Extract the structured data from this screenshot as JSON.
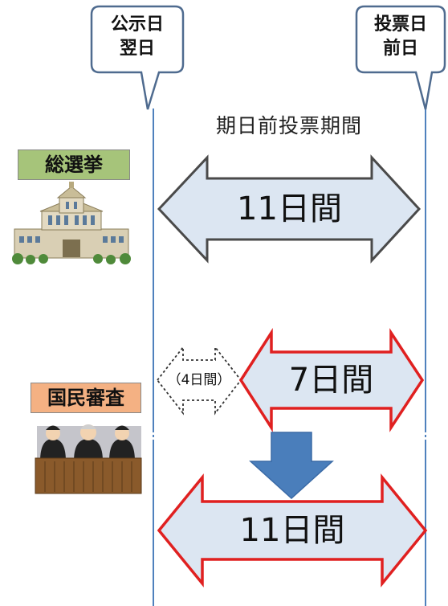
{
  "callouts": {
    "left": {
      "line1": "公示日",
      "line2": "翌日"
    },
    "right": {
      "line1": "投票日",
      "line2": "前日"
    }
  },
  "period_label": "期日前投票期間",
  "general_election": {
    "label": "総選挙",
    "label_color": "#a6c47a",
    "arrow_text": "11日間",
    "arrow_fill": "#dce6f2",
    "arrow_stroke": "#4a4a4a"
  },
  "national_review": {
    "label": "国民審査",
    "label_color": "#f4b183",
    "dotted_arrow_text": "（4日間）",
    "arrow_before_text": "7日間",
    "arrow_after_text": "11日間",
    "arrow_fill": "#dce6f2",
    "arrow_stroke": "#e02020",
    "down_arrow_fill": "#4a7ebb"
  },
  "line_color": "#4f81bd"
}
